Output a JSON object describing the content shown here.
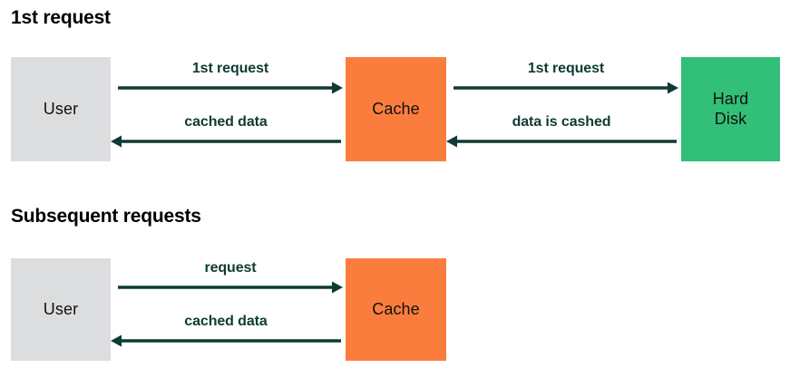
{
  "diagram": {
    "type": "sequence-flow",
    "title_color": "#000000",
    "arrow_color": "#0E3B33",
    "background": "#ffffff",
    "palette": {
      "user_box": "#DCDDDE",
      "cache_box": "#FB7D3E",
      "harddisk_box": "#32BF78",
      "arrow": "#0E3B33",
      "node_text": "#111111",
      "label_text": "#0E3B33"
    },
    "sections": [
      {
        "id": "first-request",
        "title": "1st request",
        "nodes": [
          {
            "id": "user",
            "label": "User",
            "color": "#DCDDDE"
          },
          {
            "id": "cache",
            "label": "Cache",
            "color": "#FB7D3E"
          },
          {
            "id": "harddisk",
            "label_line1": "Hard",
            "label_line2": "Disk",
            "color": "#32BF78"
          }
        ],
        "edges": [
          {
            "id": "user-to-cache",
            "label": "1st request",
            "direction": "right",
            "from": "user",
            "to": "cache"
          },
          {
            "id": "cache-to-harddisk",
            "label": "1st request",
            "direction": "right",
            "from": "cache",
            "to": "harddisk"
          },
          {
            "id": "cache-to-user",
            "label": "cached data",
            "direction": "left",
            "from": "cache",
            "to": "user"
          },
          {
            "id": "harddisk-to-cache",
            "label": "data is cashed",
            "direction": "left",
            "from": "harddisk",
            "to": "cache"
          }
        ]
      },
      {
        "id": "subsequent-requests",
        "title": "Subsequent requests",
        "nodes": [
          {
            "id": "user2",
            "label": "User",
            "color": "#DCDDDE"
          },
          {
            "id": "cache2",
            "label": "Cache",
            "color": "#FB7D3E"
          }
        ],
        "edges": [
          {
            "id": "user2-to-cache2",
            "label": "request",
            "direction": "right",
            "from": "user2",
            "to": "cache2"
          },
          {
            "id": "cache2-to-user2",
            "label": "cached data",
            "direction": "left",
            "from": "cache2",
            "to": "user2"
          }
        ]
      }
    ]
  }
}
